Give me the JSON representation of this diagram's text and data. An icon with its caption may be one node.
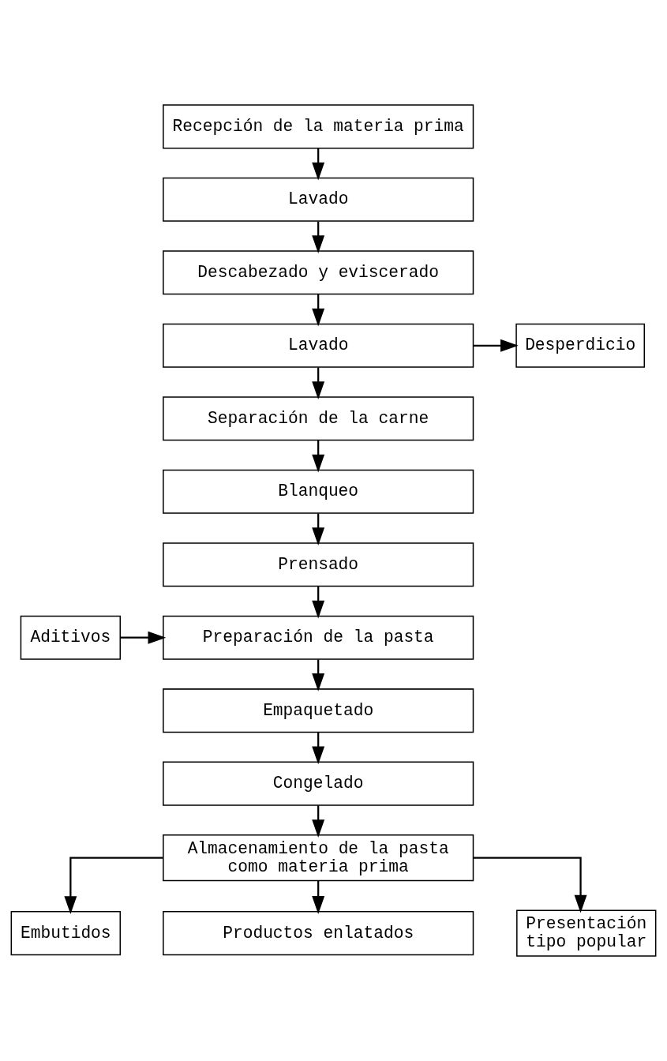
{
  "diagram": {
    "nodes": [
      {
        "text": [
          "Recepción de la materia prima"
        ]
      },
      {
        "text": [
          "Lavado"
        ]
      },
      {
        "text": [
          "Descabezado y eviscerado"
        ]
      },
      {
        "text": [
          "Lavado"
        ]
      },
      {
        "text": [
          "Desperdicio"
        ]
      },
      {
        "text": [
          "Separación de la carne"
        ]
      },
      {
        "text": [
          "Blanqueo"
        ]
      },
      {
        "text": [
          "Prensado"
        ]
      },
      {
        "text": [
          "Aditivos"
        ]
      },
      {
        "text": [
          "Preparación de la pasta"
        ]
      },
      {
        "text": [
          "Empaquetado"
        ]
      },
      {
        "text": [
          "Congelado"
        ]
      },
      {
        "text": [
          "Almacenamiento de la pasta como materia prima"
        ]
      },
      {
        "text": [
          "Embutidos"
        ]
      },
      {
        "text": [
          "Productos enlatados"
        ]
      },
      {
        "text": [
          "Presentación tipo popular"
        ]
      }
    ],
    "edges": [
      {
        "from": 0,
        "to": 1,
        "arrow": "to"
      },
      {
        "from": 1,
        "to": 2,
        "arrow": "to"
      },
      {
        "from": 2,
        "to": 3,
        "arrow": "to"
      },
      {
        "from": 3,
        "to": 4,
        "arrow": "to"
      },
      {
        "from": 3,
        "to": 5,
        "arrow": "to"
      },
      {
        "from": 5,
        "to": 6,
        "arrow": "to"
      },
      {
        "from": 6,
        "to": 7,
        "arrow": "to"
      },
      {
        "from": 7,
        "to": 9,
        "arrow": "to"
      },
      {
        "from": 8,
        "to": 9,
        "arrow": "to"
      },
      {
        "from": 9,
        "to": 10,
        "arrow": "to"
      },
      {
        "from": 10,
        "to": 11,
        "arrow": "to"
      },
      {
        "from": 11,
        "to": 12,
        "arrow": "to"
      },
      {
        "from": 12,
        "to": 13,
        "arrow": "to"
      },
      {
        "from": 12,
        "to": 14,
        "arrow": "to"
      },
      {
        "from": 12,
        "to": 15,
        "arrow": "to"
      }
    ]
  }
}
